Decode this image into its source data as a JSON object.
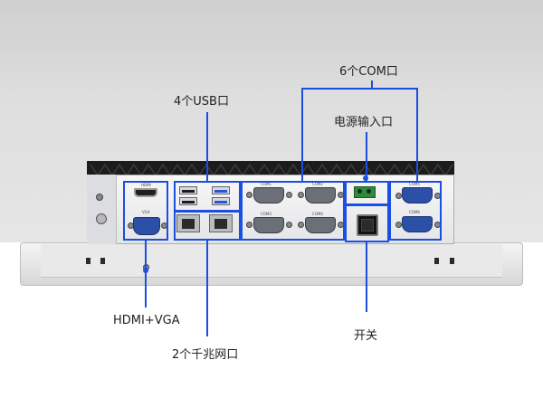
{
  "callouts": {
    "com": "6个COM口",
    "usb": "4个USB口",
    "power_input": "电源输入口",
    "hdmi_vga": "HDMI+VGA",
    "lan": "2个千兆网口",
    "switch": "开关"
  },
  "port_labels": {
    "hdmi": "HDMI",
    "vga": "VGA",
    "com1": "COM1",
    "com2": "COM2",
    "com3": "COM3",
    "com4": "COM4",
    "com5": "COM5",
    "com6": "COM6"
  },
  "colors": {
    "callout_line": "#1a4fe0",
    "chassis": "#f1f2f4",
    "heatsink": "#1c1c1c"
  }
}
